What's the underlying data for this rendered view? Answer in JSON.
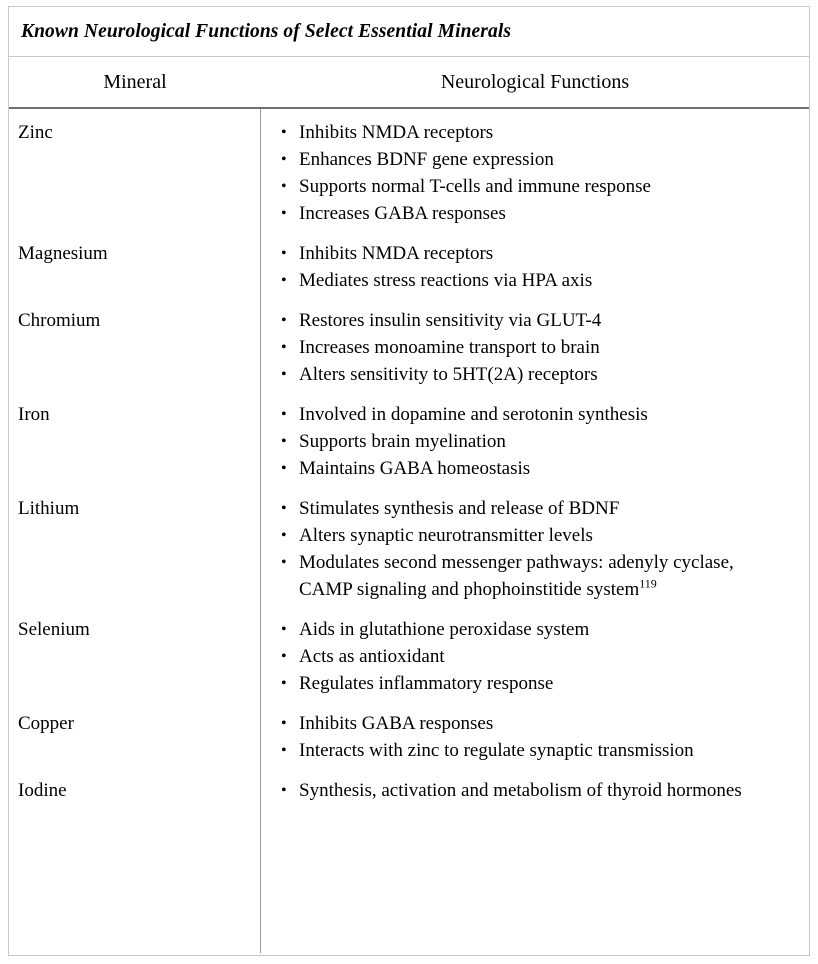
{
  "table": {
    "caption": "Known Neurological Functions of Select Essential Minerals",
    "columns": [
      {
        "key": "mineral",
        "label": "Mineral"
      },
      {
        "key": "functions",
        "label": "Neurological Functions"
      }
    ],
    "rows": [
      {
        "mineral": "Zinc",
        "functions": [
          {
            "text": "Inhibits NMDA receptors"
          },
          {
            "text": "Enhances BDNF gene expression"
          },
          {
            "text": "Supports normal T-cells and immune response"
          },
          {
            "text": "Increases GABA responses"
          }
        ]
      },
      {
        "mineral": "Magnesium",
        "functions": [
          {
            "text": "Inhibits NMDA receptors"
          },
          {
            "text": "Mediates stress reactions via HPA axis"
          }
        ]
      },
      {
        "mineral": "Chromium",
        "functions": [
          {
            "text": "Restores insulin sensitivity via GLUT-4"
          },
          {
            "text": "Increases monoamine transport to brain"
          },
          {
            "text": "Alters sensitivity to 5HT(2A) receptors"
          }
        ]
      },
      {
        "mineral": "Iron",
        "functions": [
          {
            "text": "Involved in dopamine and serotonin synthesis"
          },
          {
            "text": "Supports brain myelination"
          },
          {
            "text": "Maintains GABA homeostasis"
          }
        ]
      },
      {
        "mineral": "Lithium",
        "functions": [
          {
            "text": "Stimulates synthesis and release of BDNF"
          },
          {
            "text": "Alters synaptic neurotransmitter levels"
          },
          {
            "text": "Modulates second messenger pathways: adenyly cyclase, CAMP signaling and phophoinstitide system",
            "superscript": "119"
          }
        ]
      },
      {
        "mineral": "Selenium",
        "functions": [
          {
            "text": "Aids in glutathione peroxidase system"
          },
          {
            "text": "Acts as antioxidant"
          },
          {
            "text": "Regulates inflammatory response"
          }
        ]
      },
      {
        "mineral": "Copper",
        "functions": [
          {
            "text": "Inhibits GABA responses"
          },
          {
            "text": "Interacts with zinc to regulate synaptic transmission"
          }
        ]
      },
      {
        "mineral": "Iodine",
        "functions": [
          {
            "text": "Synthesis, activation and metabolism of thyroid hormones"
          }
        ]
      }
    ]
  },
  "colors": {
    "border_outer": "#c9c9c9",
    "border_header_rule": "#6f6f6f",
    "border_column": "#9a9a9a",
    "text": "#000000",
    "background": "#ffffff"
  }
}
